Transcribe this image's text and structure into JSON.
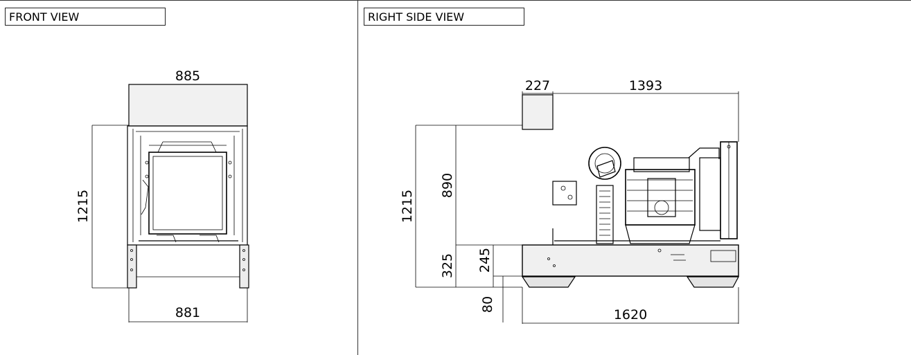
{
  "front_view": {
    "title": "FRONT VIEW",
    "dims": {
      "top_width": "885",
      "height": "1215",
      "bottom_width": "881"
    }
  },
  "side_view": {
    "title": "RIGHT SIDE VIEW",
    "dims": {
      "overhang": "227",
      "top_length": "1393",
      "total_height": "1215",
      "upper_height": "890",
      "base_height": "325",
      "frame_height": "245",
      "foot_height": "80",
      "base_length": "1620"
    }
  }
}
